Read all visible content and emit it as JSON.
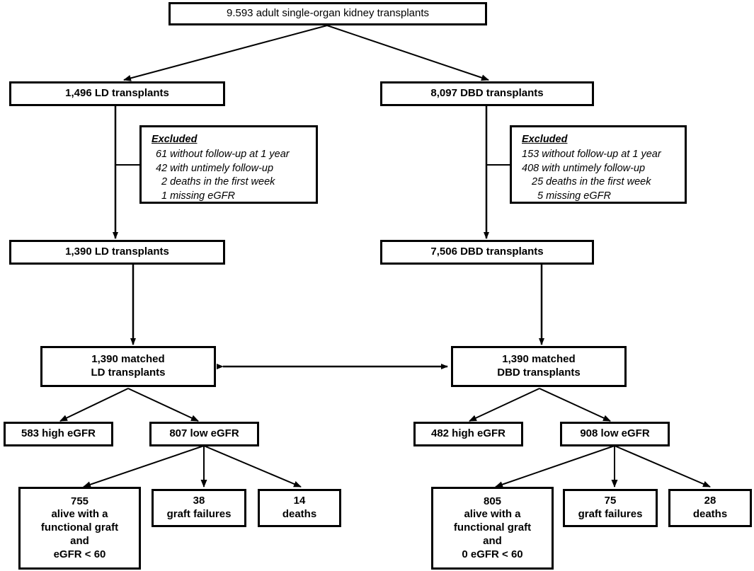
{
  "diagram": {
    "title": "Kidney transplant cohort flow diagram",
    "line_color": "#000000",
    "box_border_color": "#000000",
    "background": "#ffffff"
  },
  "nodes": {
    "root": {
      "label": "9.593 adult single-organ kidney transplants"
    },
    "ld_initial": {
      "label": "1,496 LD transplants"
    },
    "dbd_initial": {
      "label": "8,097 DBD transplants"
    },
    "ld_after": {
      "label": "1,390 LD transplants"
    },
    "dbd_after": {
      "label": "7,506 DBD transplants"
    },
    "ld_matched": {
      "line1": "1,390 matched",
      "line2": "LD transplants"
    },
    "dbd_matched": {
      "line1": "1,390 matched",
      "line2": "DBD transplants"
    },
    "ld_high": {
      "label": "583 high eGFR"
    },
    "ld_low": {
      "label": "807 low eGFR"
    },
    "dbd_high": {
      "label": "482 high eGFR"
    },
    "dbd_low": {
      "label": "908 low eGFR"
    },
    "ld_alive": {
      "line1": "755",
      "line2": "alive with a",
      "line3": "functional graft",
      "line4": "and",
      "line5": "eGFR < 60"
    },
    "ld_failures": {
      "line1": "38",
      "line2": "graft failures"
    },
    "ld_deaths": {
      "line1": "14",
      "line2": "deaths"
    },
    "dbd_alive": {
      "line1": "805",
      "line2": "alive with a",
      "line3": "functional graft",
      "line4": "and",
      "line5": "0 eGFR < 60"
    },
    "dbd_failures": {
      "line1": "75",
      "line2": "graft failures"
    },
    "dbd_deaths": {
      "line1": "28",
      "line2": "deaths"
    }
  },
  "excluded_left": {
    "title": "Excluded",
    "lines": [
      "61 without follow-up at 1 year",
      "42 with untimely follow-up",
      "2 deaths in the first week",
      "1 missing  eGFR"
    ]
  },
  "excluded_right": {
    "title": "Excluded",
    "lines": [
      "153 without follow-up at 1 year",
      "408 with untimely follow-up",
      "25 deaths in the first week",
      "5 missing  eGFR"
    ]
  }
}
